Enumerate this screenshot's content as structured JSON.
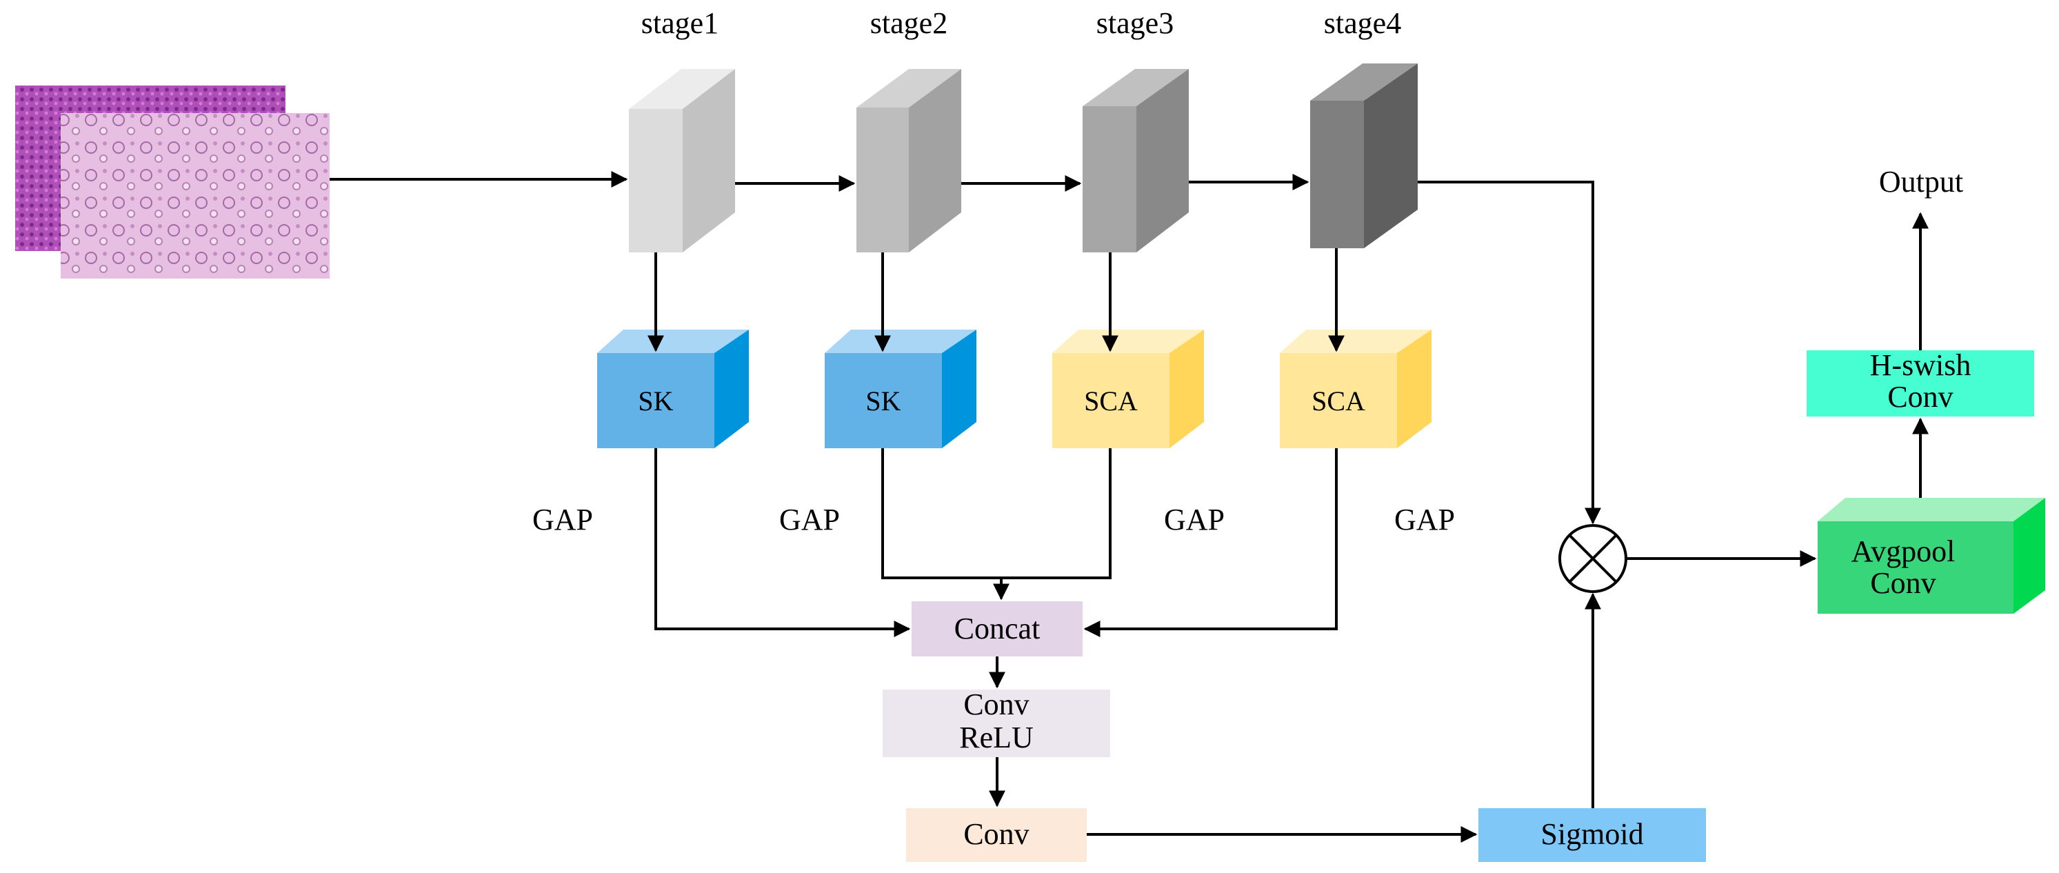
{
  "stages": [
    {
      "label": "stage1",
      "front": "#dcdcdc",
      "side": "#c2c2c2",
      "top": "#ececec"
    },
    {
      "label": "stage2",
      "front": "#bdbdbd",
      "side": "#a2a2a2",
      "top": "#d2d2d2"
    },
    {
      "label": "stage3",
      "front": "#a6a6a6",
      "side": "#898989",
      "top": "#c0c0c0"
    },
    {
      "label": "stage4",
      "front": "#7f7f7f",
      "side": "#5f5f5f",
      "top": "#9c9c9c"
    }
  ],
  "attention": [
    {
      "label": "SK",
      "front": "#62b2e8",
      "side": "#0094dc",
      "top": "#a9d6f5"
    },
    {
      "label": "SK",
      "front": "#62b2e8",
      "side": "#0094dc",
      "top": "#a9d6f5"
    },
    {
      "label": "SCA",
      "front": "#ffe699",
      "side": "#ffd65a",
      "top": "#fff0c2"
    },
    {
      "label": "SCA",
      "front": "#ffe699",
      "side": "#ffd65a",
      "top": "#fff0c2"
    }
  ],
  "gap_labels": [
    "GAP",
    "GAP",
    "GAP",
    "GAP"
  ],
  "boxes": {
    "concat": {
      "label": "Concat",
      "color": "#e3d5e7"
    },
    "conv_relu": {
      "line1": "Conv",
      "line2": "ReLU",
      "color": "#ece7ef"
    },
    "conv": {
      "label": "Conv",
      "color": "#fde9d9"
    },
    "sigmoid": {
      "label": "Sigmoid",
      "color": "#7fc7f6"
    },
    "hswish": {
      "line1": "H-swish",
      "line2": "Conv",
      "color": "#47fdd2"
    },
    "avgpool": {
      "line1": "Avgpool",
      "line2": "Conv",
      "front": "#37d67a",
      "side": "#00d850",
      "top": "#a3f0bf"
    },
    "output": {
      "label": "Output"
    }
  },
  "multiply_symbol": "⊗"
}
